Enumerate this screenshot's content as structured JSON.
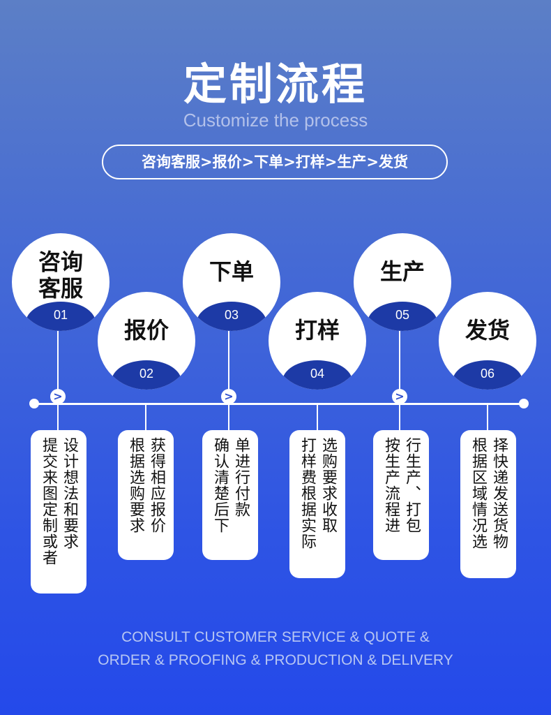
{
  "title": "定制流程",
  "subtitle": "Customize the process",
  "flow_summary": "咨询客服>报价>下单>打样>生产>发货",
  "steps": [
    {
      "label_line1": "咨询",
      "label_line2": "客服",
      "number": "01",
      "desc_col1": "设计想法和要求",
      "desc_col2": "提交来图定制或者"
    },
    {
      "label": "报价",
      "number": "02",
      "desc_col1": "获得相应报价",
      "desc_col2": "根据选购要求"
    },
    {
      "label": "下单",
      "number": "03",
      "desc_col1": "单进行付款",
      "desc_col2": "确认清楚后下"
    },
    {
      "label": "打样",
      "number": "04",
      "desc_col1": "选购要求收取",
      "desc_col2": "打样费根据实际"
    },
    {
      "label": "生产",
      "number": "05",
      "desc_col1": "行生产、打包",
      "desc_col2": "按生产流程进"
    },
    {
      "label": "发货",
      "number": "06",
      "desc_col1": "择快递发送货物",
      "desc_col2": "根据区域情况选"
    }
  ],
  "arrow_glyph": ">",
  "footer_line1": "CONSULT CUSTOMER SERVICE & QUOTE &",
  "footer_line2": "ORDER & PROOFING & PRODUCTION & DELIVERY",
  "colors": {
    "background_top": "#5c7fc6",
    "background_bottom": "#2449ea",
    "number_band": "#1d3aa6",
    "subtitle": "#b3c1ea"
  }
}
